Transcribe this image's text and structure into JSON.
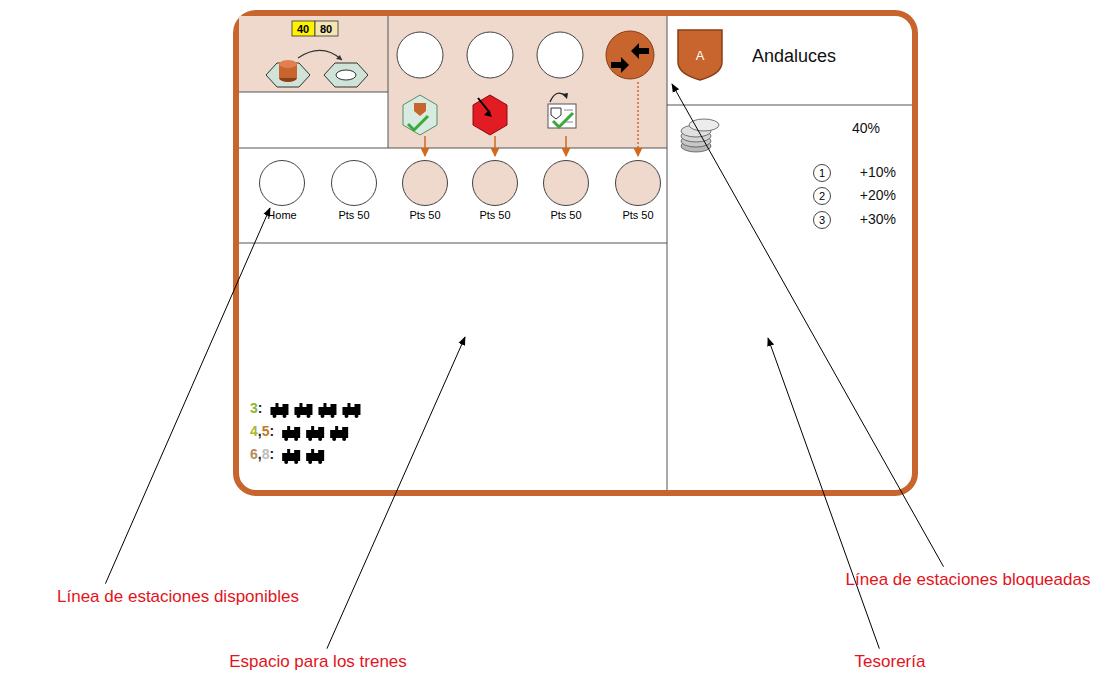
{
  "diagram": {
    "nodes": [
      {
        "text": [
          "A"
        ]
      },
      {
        "text": [
          "Home"
        ]
      },
      {
        "text": [
          "Pts 50"
        ]
      },
      {
        "text": [
          "Pts 50"
        ]
      },
      {
        "text": [
          "Pts 50"
        ]
      },
      {
        "text": [
          "Pts 50"
        ]
      },
      {
        "text": [
          "Pts 50"
        ]
      },
      {
        "text": [
          "1"
        ]
      },
      {
        "text": [
          "2"
        ]
      },
      {
        "text": [
          "3"
        ]
      }
    ],
    "labels": [
      "40",
      "80",
      "Andaluces",
      "40%",
      "+10%",
      "+20%",
      "+30%",
      "3:",
      "4,5:",
      "6,8:",
      "Línea de estaciones disponibles",
      "Espacio para los trenes",
      "Línea de estaciones bloqueadas",
      "Tesorería"
    ]
  }
}
